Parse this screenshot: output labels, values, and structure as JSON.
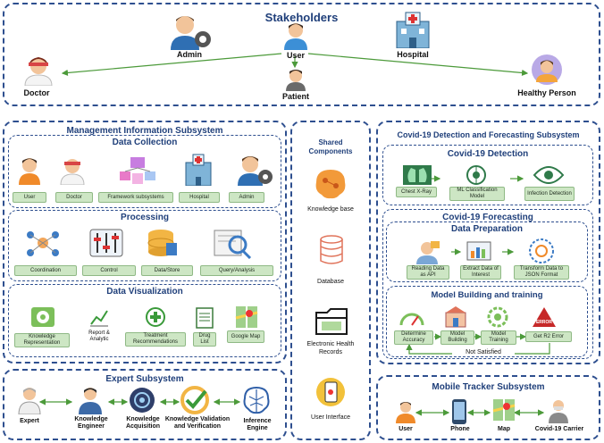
{
  "stakeholders": {
    "title": "Stakeholders",
    "admin": "Admin",
    "user": "User",
    "hospital": "Hospital",
    "doctor": "Doctor",
    "patient": "Patient",
    "healthy": "Healthy Person"
  },
  "mis": {
    "title": "Management Information Subsystem",
    "data_collection": {
      "title": "Data Collection",
      "items": [
        "User",
        "Doctor",
        "Framework subsystems",
        "Hospital",
        "Admin"
      ]
    },
    "processing": {
      "title": "Processing",
      "items": [
        "Coordination",
        "Control",
        "Data/Store",
        "Query/Analysis"
      ]
    },
    "visualization": {
      "title": "Data Visualization",
      "items": [
        "Knowledge Representation",
        "Report & Analytic",
        "Treatment Recommendations",
        "Drug List",
        "Google Map"
      ]
    }
  },
  "expert": {
    "title": "Expert Subsystem",
    "items": [
      "Expert",
      "Knowledge Engineer",
      "Knowledge Acquisition",
      "Knowledge Validation and Verification",
      "Inference Engine"
    ]
  },
  "shared": {
    "title": "Shared Components",
    "items": [
      "Knowledge base",
      "Database",
      "Electronic Health Records",
      "User Interface"
    ]
  },
  "covid": {
    "title": "Covid-19 Detection and Forecasting Subsystem",
    "detection": {
      "title": "Covid-19 Detection",
      "items": [
        "Chest X-Ray",
        "ML Classification Model",
        "Infection Detection"
      ]
    },
    "forecasting": {
      "title": "Covid-19 Forecasting",
      "prep_title": "Data Preparation",
      "prep_items": [
        "Reading Data as API",
        "Extract Data of Interest",
        "Transform Data to JSON Format"
      ],
      "model_title": "Model Building and training",
      "model_items": [
        "Determine Accuracy",
        "Model Building",
        "Model Training",
        "Get R2 Error"
      ],
      "not_satisfied": "Not Satisfied"
    }
  },
  "mobile": {
    "title": "Mobile Tracker Subsystem",
    "items": [
      "User",
      "Phone",
      "Map",
      "Covid-19 Carrier"
    ]
  }
}
